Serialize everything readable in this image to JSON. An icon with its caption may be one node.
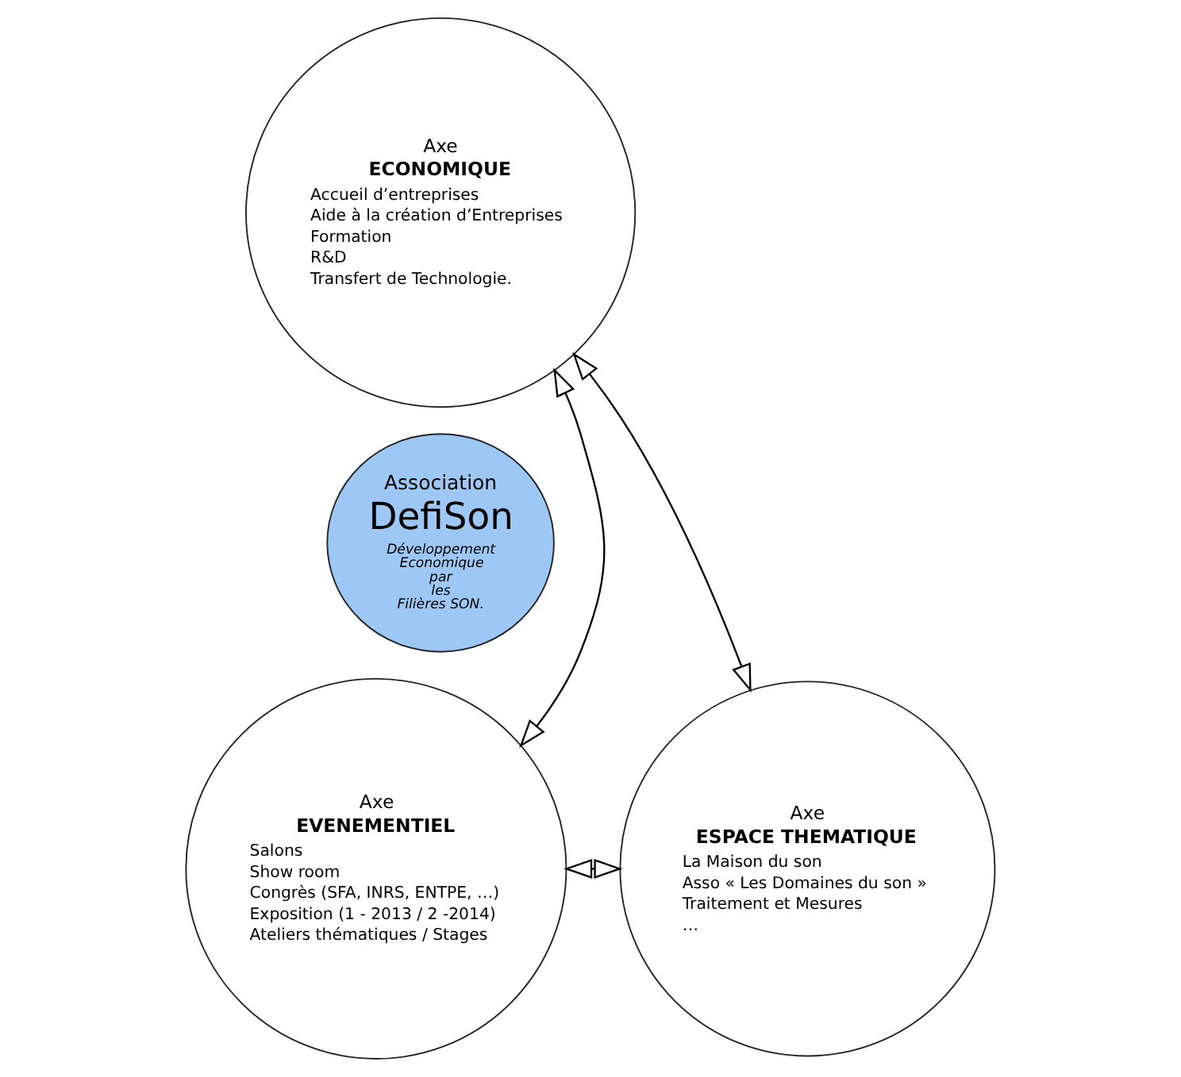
{
  "diagram": {
    "nodes": [
      {
        "text": [
          "Axe",
          "ECONOMIQUE",
          "Accueil d’entreprises",
          "Aide à la création d’Entreprises",
          "Formation",
          "R&D",
          "Transfert de Technologie."
        ]
      },
      {
        "text": [
          "Association",
          "DefiSon",
          "Développement Economique par les Filières SON."
        ]
      },
      {
        "text": [
          "Axe",
          "EVENEMENTIEL",
          "Salons",
          "Show room",
          "Congrès (SFA, INRS, ENTPE, …)",
          "Exposition (1 - 2013 / 2 -2014)",
          "Ateliers thématiques / Stages"
        ]
      },
      {
        "text": [
          "Axe",
          "ESPACE THEMATIQUE",
          "La Maison du son",
          "Asso « Les Domaines du son »",
          "Traitement et Mesures",
          "…"
        ]
      }
    ],
    "edges": [
      {
        "from": 0,
        "to": 2,
        "arrow": "both"
      },
      {
        "from": 0,
        "to": 3,
        "arrow": "both"
      },
      {
        "from": 2,
        "to": 3,
        "arrow": "both"
      }
    ]
  }
}
